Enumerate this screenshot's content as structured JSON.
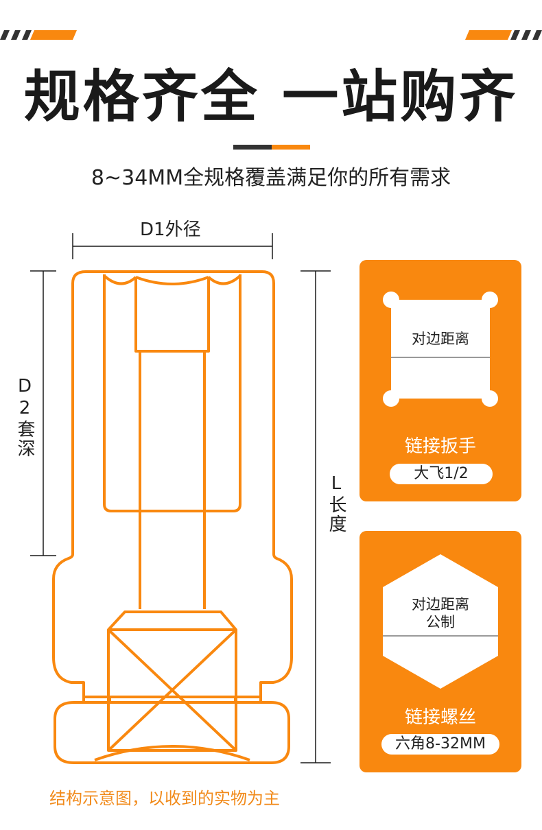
{
  "header": {
    "title": "规格齐全 一站购齐",
    "subtitle": "8~34MM全规格覆盖满足你的所有需求"
  },
  "diagram": {
    "labels": {
      "d1": "D1外径",
      "d2": "D2套深",
      "l": "L长度"
    }
  },
  "cards": [
    {
      "shape": "square",
      "shape_label": "对边距离",
      "title": "链接扳手",
      "pill": "大飞1/2"
    },
    {
      "shape": "hexagon",
      "shape_label_1": "对边距离",
      "shape_label_2": "公制",
      "title": "链接螺丝",
      "pill": "六角8-32MM"
    }
  ],
  "footer": {
    "note": "结构示意图，以收到的实物为主"
  },
  "colors": {
    "accent": "#f9880f",
    "dark": "#333333"
  }
}
